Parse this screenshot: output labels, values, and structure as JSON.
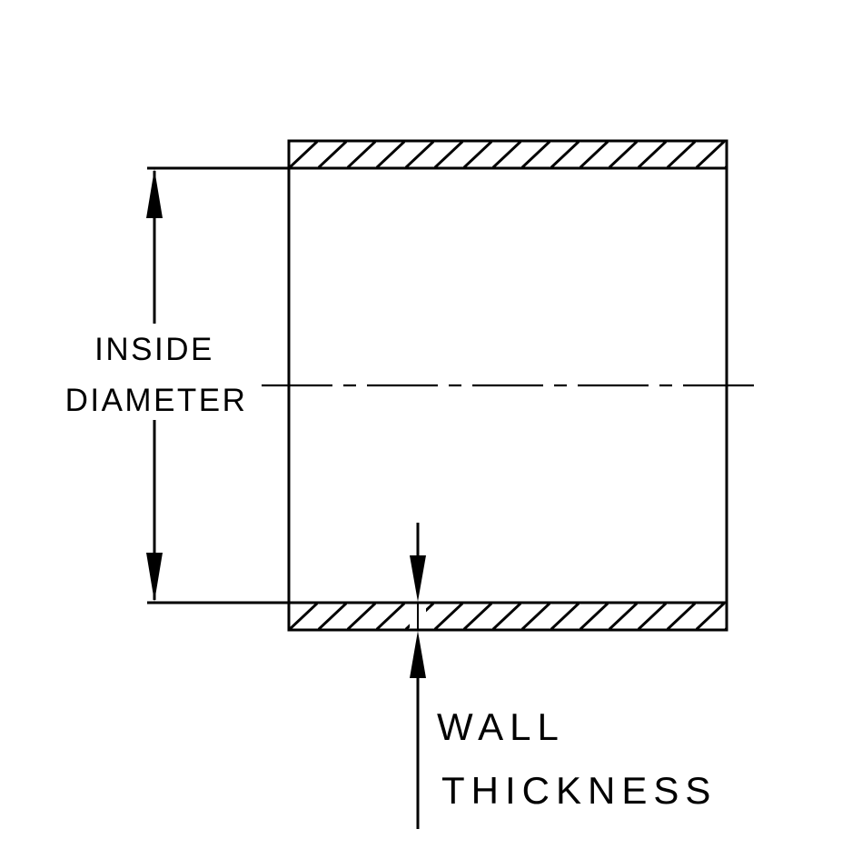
{
  "diagram": {
    "background_color": "#ffffff",
    "line_color": "#000000",
    "labels": {
      "inside_diameter_line1": "INSIDE",
      "inside_diameter_line2": "DIAMETER",
      "wall_thickness_line1": "WALL",
      "wall_thickness_line2": "THICKNESS"
    }
  }
}
